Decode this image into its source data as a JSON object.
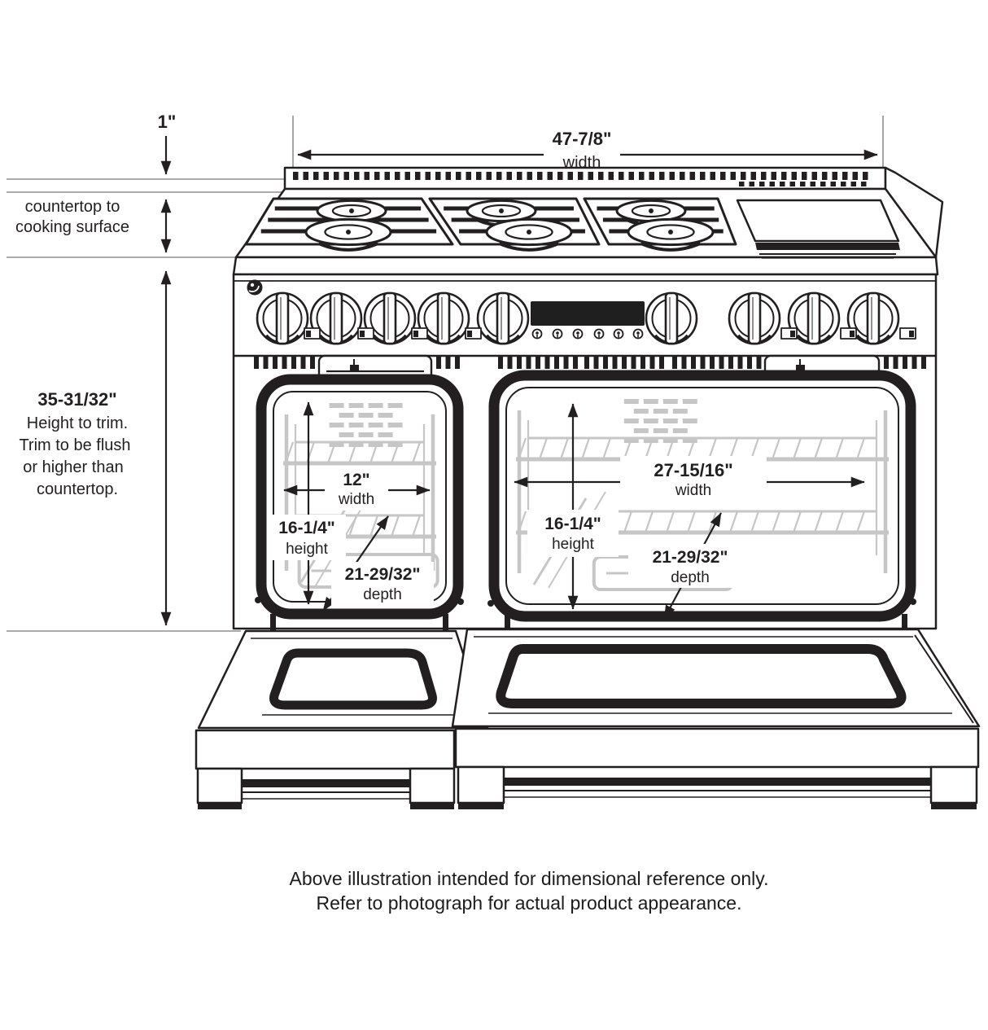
{
  "diagram": {
    "top_dimension": {
      "value": "1\""
    },
    "countertop_label": {
      "line1": "countertop to",
      "line2": "cooking surface"
    },
    "width_dimension": {
      "value": "47-7/8\"",
      "label": "width"
    },
    "height_dimension": {
      "value": "35-31/32\"",
      "note_line1": "Height to trim.",
      "note_line2": "Trim to be flush",
      "note_line3": "or higher than",
      "note_line4": "countertop."
    },
    "left_oven": {
      "width_value": "12\"",
      "width_label": "width",
      "height_value": "16-1/4\"",
      "height_label": "height",
      "depth_value": "21-29/32\"",
      "depth_label": "depth"
    },
    "right_oven": {
      "width_value": "27-15/16\"",
      "width_label": "width",
      "height_value": "16-1/4\"",
      "height_label": "height",
      "depth_value": "21-29/32\"",
      "depth_label": "depth"
    },
    "caption": {
      "line1": "Above illustration intended for dimensional reference only.",
      "line2": "Refer to photograph for actual product appearance."
    },
    "icons": {
      "brand_logo": "brand-monogram-icon"
    },
    "colors": {
      "ink": "#231f20",
      "reference_line": "#8f8f8f",
      "rack_gray": "#c6c6c6",
      "display": "#1f1f1f"
    }
  }
}
